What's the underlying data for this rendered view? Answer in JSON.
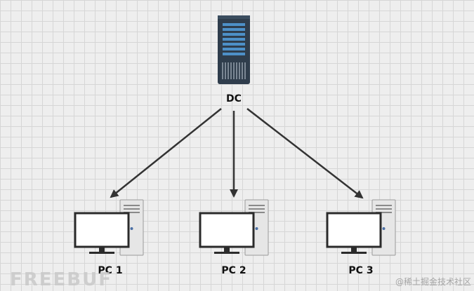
{
  "nodes": {
    "dc": {
      "label": "DC"
    },
    "pc1": {
      "label": "PC 1"
    },
    "pc2": {
      "label": "PC 2"
    },
    "pc3": {
      "label": "PC 3"
    }
  },
  "watermark": {
    "logo": "FREEBUF",
    "credit": "@稀土掘金技术社区"
  },
  "colors": {
    "server_body": "#2f3d4c",
    "server_panel": "#4d90c8",
    "monitor_frame": "#2b2b2b",
    "arrow": "#333333"
  }
}
